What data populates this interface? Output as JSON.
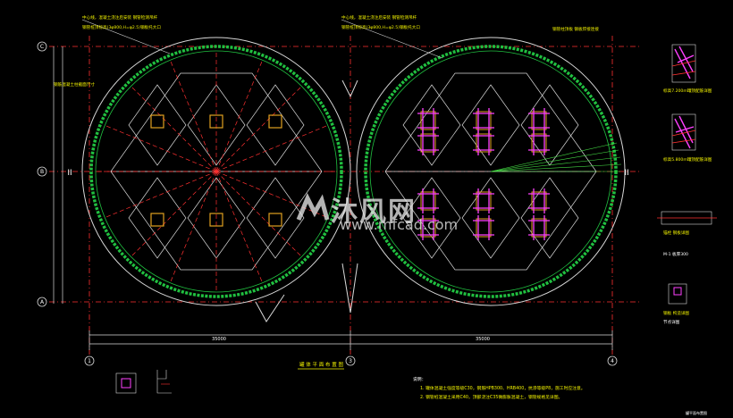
{
  "drawing": {
    "plan_title": "罐 体 平 面 布 置 图",
    "axis_rows": [
      "C",
      "B",
      "A"
    ],
    "axis_cols": [
      "1",
      "3",
      "4"
    ],
    "section_mark": "II",
    "callout_left": [
      "中心线，混凝土浇注后安装 钢管检测吊杆",
      "钢管桩顶标高(3φ800,H=φ2.5)钢板托大口"
    ],
    "callout_right": [
      "中心线，混凝土浇注后安装 钢管检测吊杆",
      "钢管桩顶标高(3φ800,H=φ2.5)钢板托大口"
    ],
    "callout_upper_right": "钢管柱顶板 钢板焊接连接",
    "side_note": "钢筋混凝土柱截面尺寸",
    "detail_labels": [
      "标高7.200m罐顶配筋详图",
      "标高5.800m罐顶配筋详图",
      "锚栓 钢板详图",
      "M-1 板厚300",
      "钢板 构造详图",
      "节点详图"
    ],
    "notes_title": "说明：",
    "notes": [
      "1.  罐体混凝土强度等级C30，钢筋HPB300、HRB400，抗渗等级P8，施工时应注意。",
      "2.  钢管桩混凝土采用C40，顶部浇注C35微膨胀混凝土，钢管规格见详图。"
    ],
    "sheet_label": "罐平面布置图",
    "dim_bottom": [
      "35000",
      "35000"
    ]
  },
  "watermark": {
    "brand": "沐风网",
    "url": "www.mfcad.com"
  },
  "colors": {
    "background": "#000000",
    "grid_line": "#ff3030",
    "ring": "#20c040",
    "outline": "#d8d8d8",
    "text": "#f2f200",
    "pier": "#e0a020",
    "rebar": "#ff40ff"
  }
}
